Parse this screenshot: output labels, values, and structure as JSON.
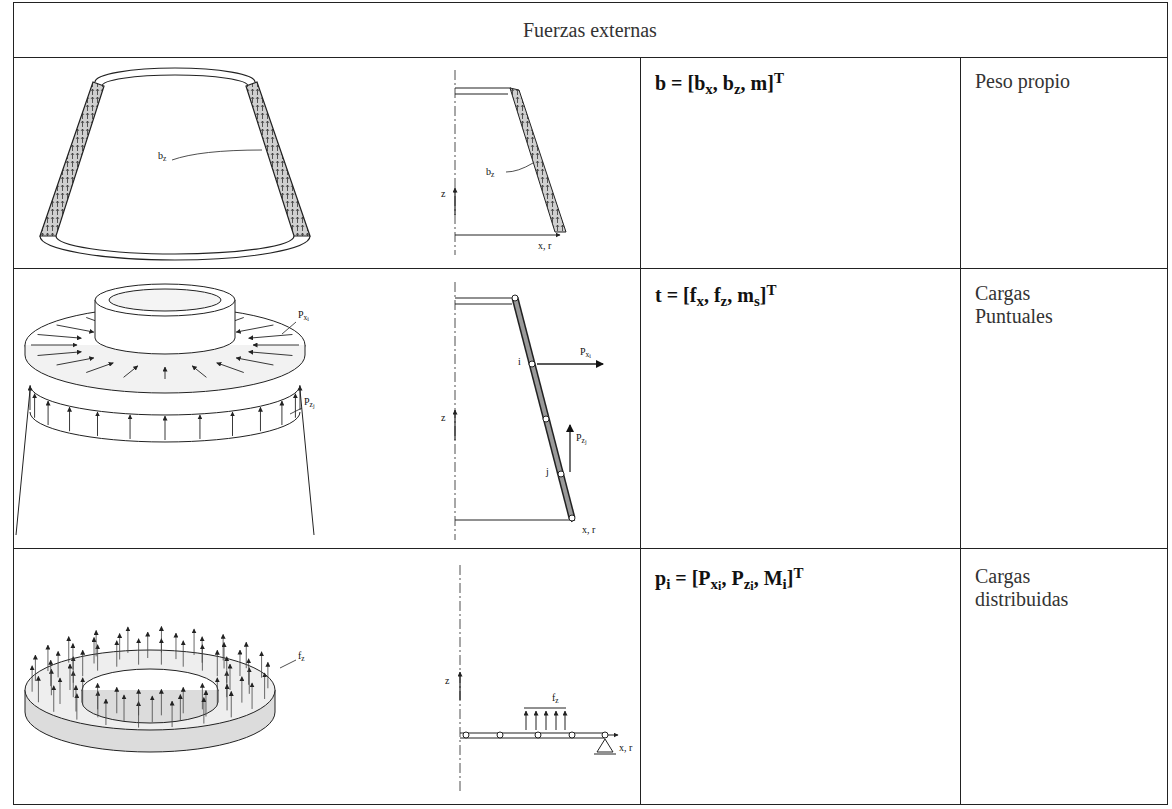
{
  "diagram": {
    "title": "Fuerzas externas",
    "labels": [
      "Peso propio",
      "b = [bx, bz, m]T",
      "bz",
      "bz",
      "z",
      "x, r",
      "Pxi",
      "Pzj",
      "z",
      "Pxi",
      "i",
      "Pzj",
      "j",
      "x, r",
      "t = [fx, fz, ms]T",
      "Cargas Puntuales",
      "fz",
      "z",
      "fz",
      "x, r",
      "pi = [Pxi, Pzi, Mi]T",
      "Cargas distribuidas"
    ]
  }
}
